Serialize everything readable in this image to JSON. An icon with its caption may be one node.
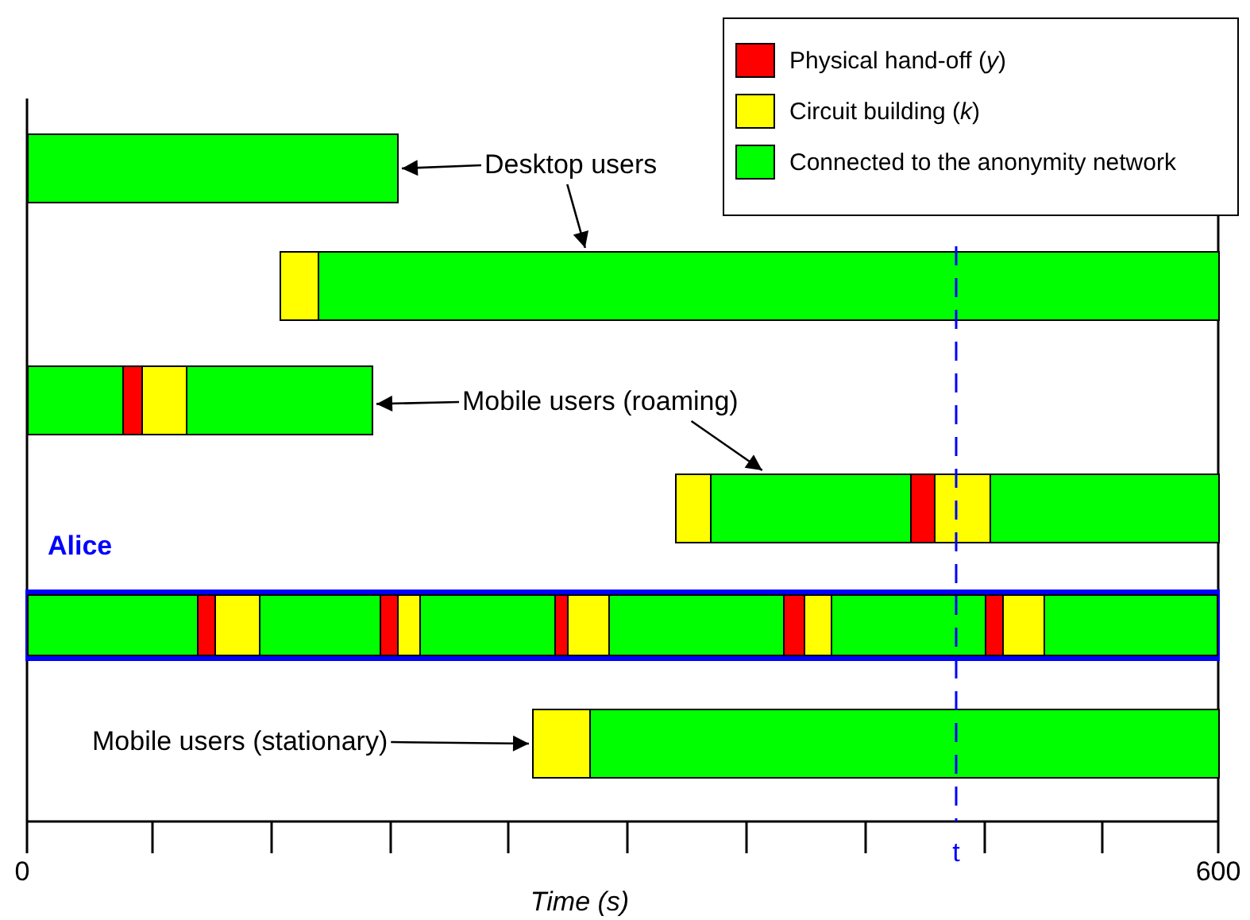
{
  "diagram": {
    "nodes": [
      {
        "text": [],
        "shape": "bar"
      },
      {
        "text": [
          "Desktop users"
        ]
      },
      {
        "text": [],
        "shape": "bar"
      },
      {
        "text": [],
        "shape": "bar"
      },
      {
        "text": [
          "Mobile users (roaming)"
        ]
      },
      {
        "text": [],
        "shape": "bar"
      },
      {
        "text": [],
        "shape": "bar",
        "beside": [
          "Alice"
        ]
      },
      {
        "text": [
          "Mobile users (stationary)"
        ]
      },
      {
        "text": [],
        "shape": "bar"
      }
    ],
    "edges": [
      {
        "from": 1,
        "to": 0,
        "arrow": "to"
      },
      {
        "from": 1,
        "to": 2,
        "arrow": "to"
      },
      {
        "from": 4,
        "to": 3,
        "arrow": "to"
      },
      {
        "from": 4,
        "to": 5,
        "arrow": "to"
      },
      {
        "from": 7,
        "to": 8,
        "arrow": "to"
      }
    ],
    "labels": [
      "0",
      "t",
      "600",
      "Time (s)"
    ],
    "legend": [
      {
        "text": "Physical hand-off (*y*)",
        "color": "#ff0000"
      },
      {
        "text": "Circuit building (*k*)",
        "color": "#ffff00"
      },
      {
        "text": "Connected to the anonymity network",
        "color": "#00ff00"
      }
    ]
  }
}
